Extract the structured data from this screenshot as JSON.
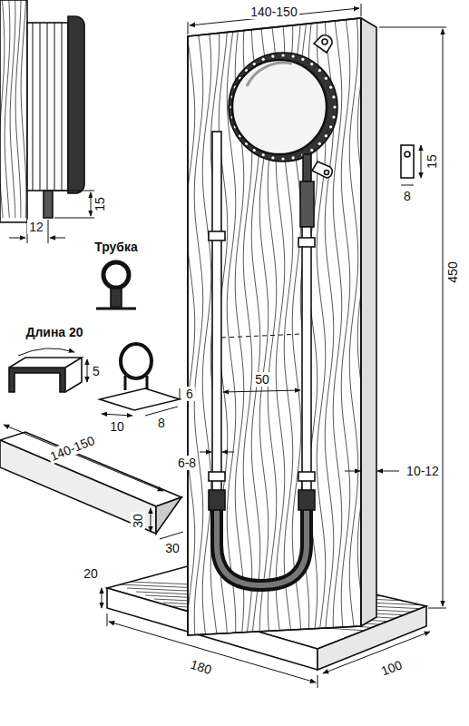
{
  "diagram": {
    "labels": [
      "140-150",
      "450",
      "8",
      "15",
      "15",
      "12",
      "Трубка",
      "Длина 20",
      "5",
      "6",
      "10",
      "8",
      "50",
      "6-8",
      "10-12",
      "140-150",
      "30",
      "30",
      "20",
      "180",
      "100"
    ]
  }
}
